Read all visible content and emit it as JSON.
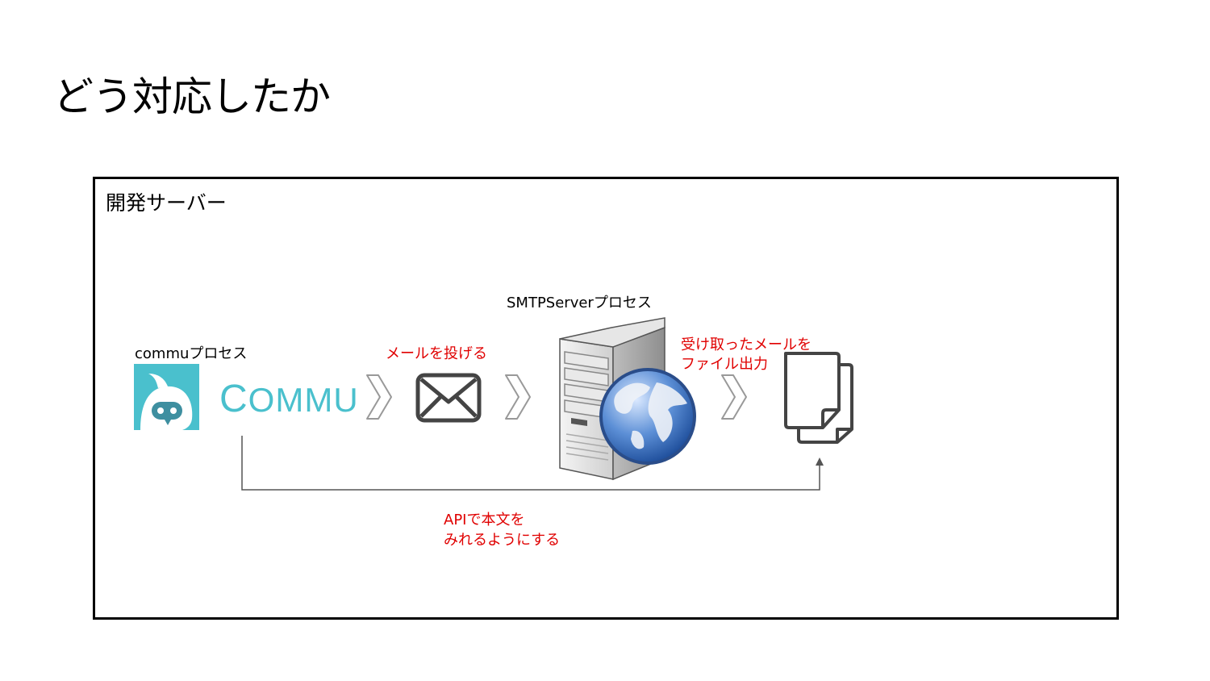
{
  "title": "どう対応したか",
  "container": {
    "label": "開発サーバー"
  },
  "commu": {
    "label": "commuプロセス",
    "wordmark": "COMMU"
  },
  "smtp": {
    "label": "SMTPServerプロセス"
  },
  "steps": {
    "send_mail": "メールを投げる",
    "file_output": [
      "受け取ったメールを",
      "ファイル出力"
    ],
    "api": [
      "APIで本文を",
      "みれるようにする"
    ]
  },
  "icons": [
    "commu-logo-icon",
    "chevron-right-icon",
    "envelope-icon",
    "server-globe-icon",
    "documents-icon"
  ],
  "colors": {
    "annotation": "#e00000",
    "brand": "#4ac0cd",
    "chevron": "#999999",
    "connector": "#555555"
  }
}
